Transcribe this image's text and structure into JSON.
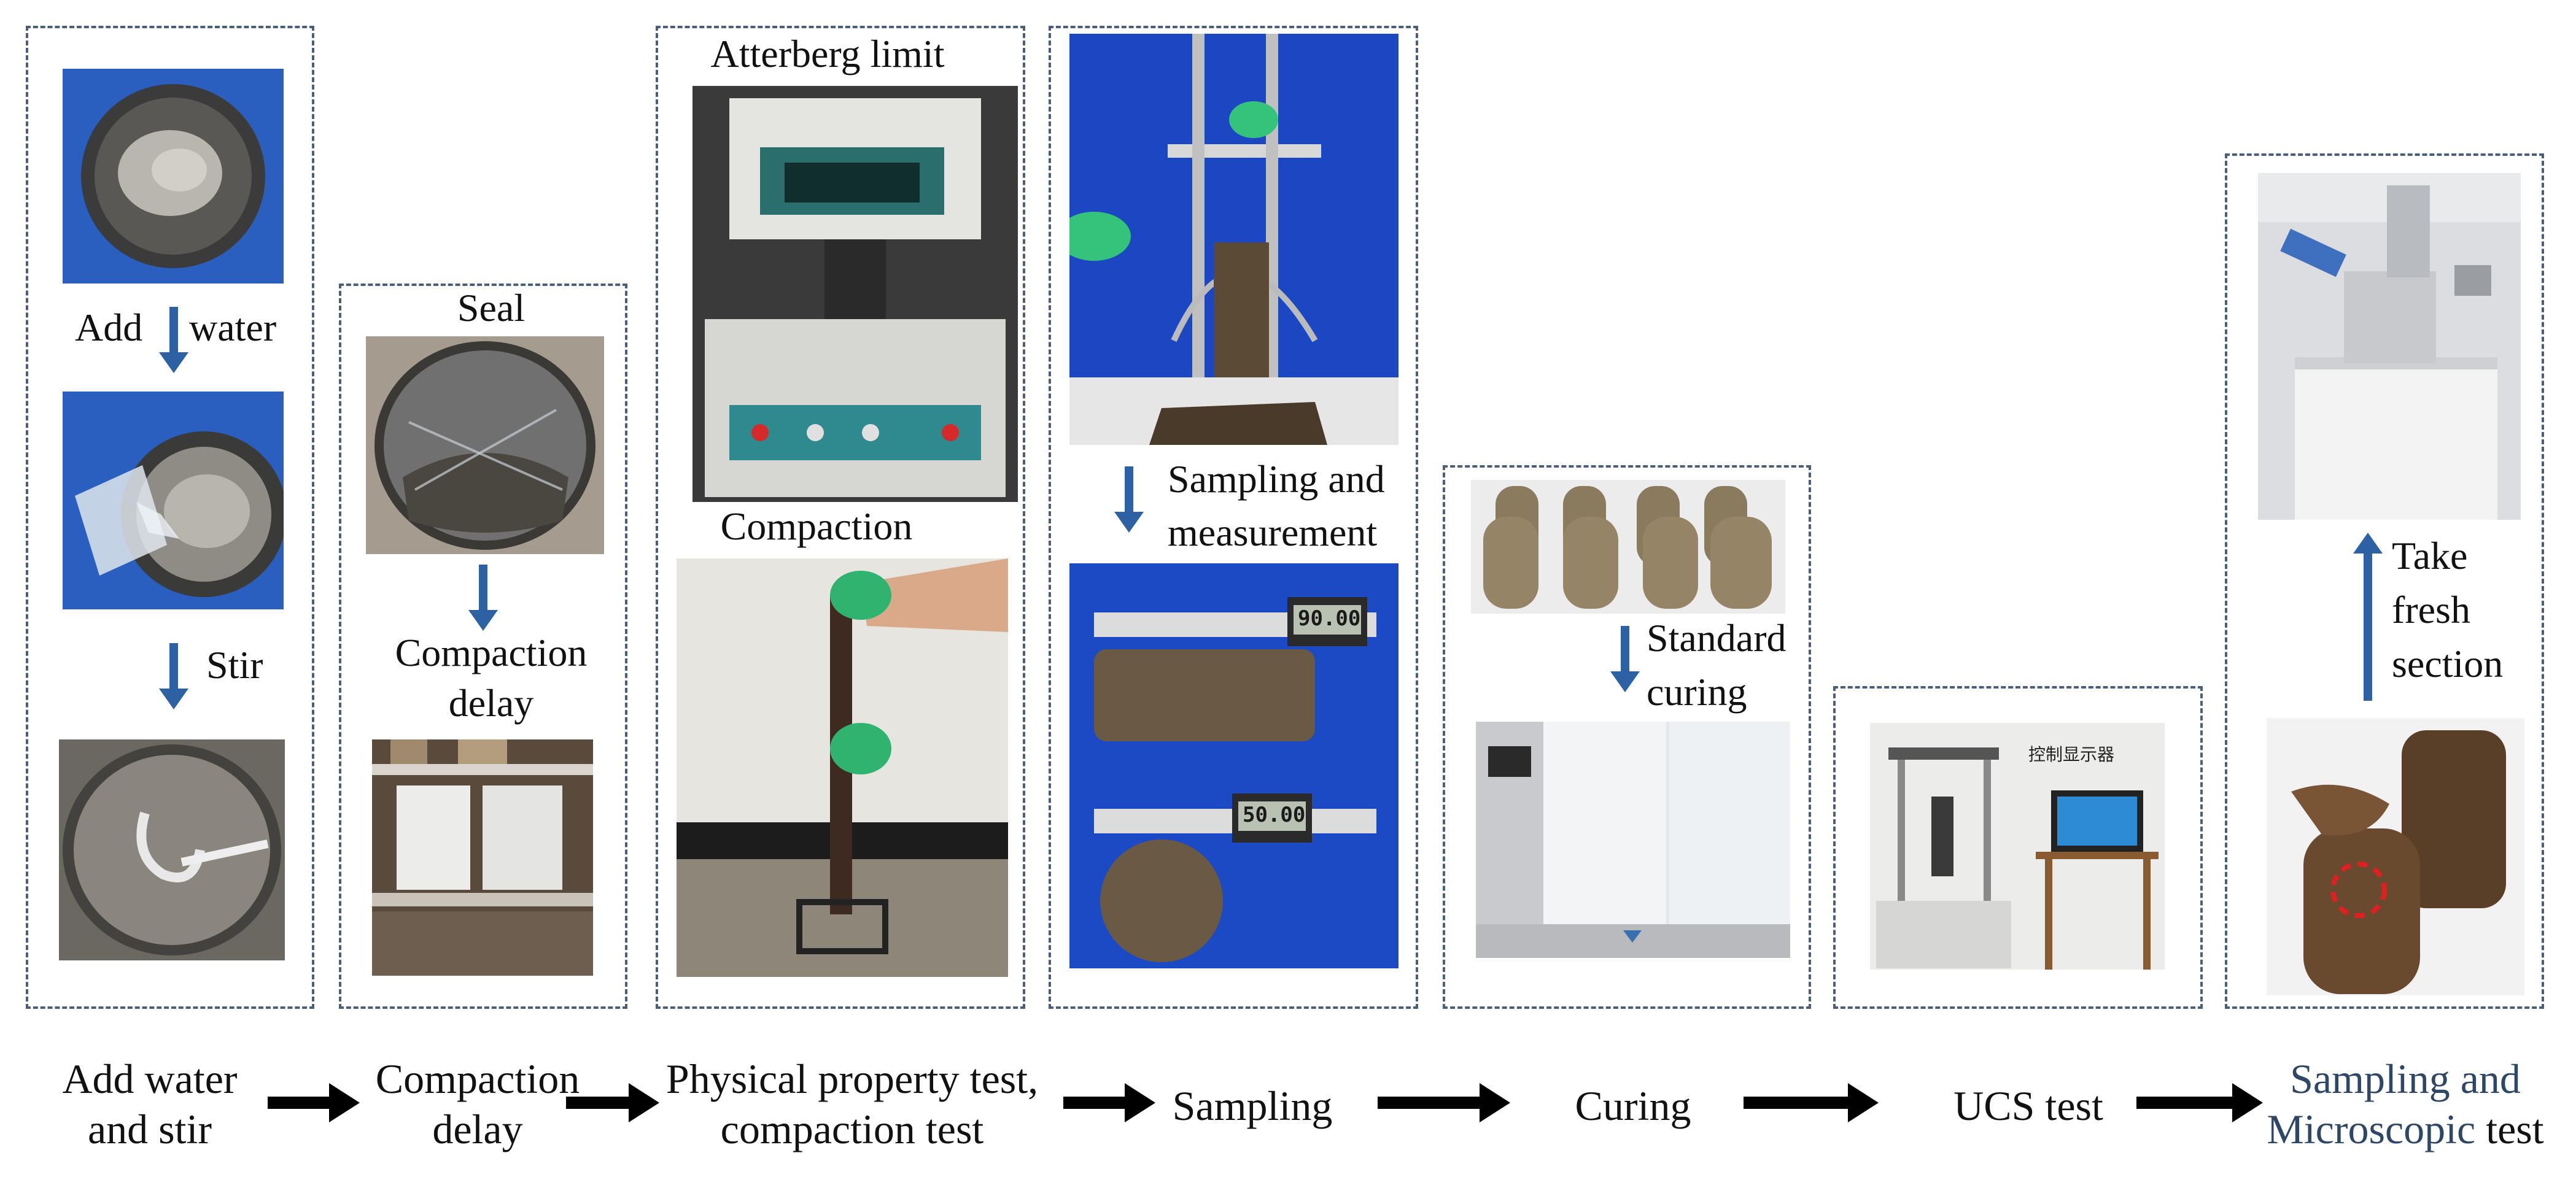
{
  "panel1": {
    "label_add": "Add",
    "label_water": "water",
    "label_stir": "Stir"
  },
  "panel2": {
    "label_seal": "Seal",
    "label_delay_1": "Compaction",
    "label_delay_2": "delay"
  },
  "panel3": {
    "label_atterberg": "Atterberg limit",
    "label_compaction": "Compaction"
  },
  "panel4": {
    "label_sampling_1": "Sampling and",
    "label_sampling_2": "measurement",
    "caliper_top": "90.00",
    "caliper_bottom": "50.00"
  },
  "panel5": {
    "label_curing_1": "Standard",
    "label_curing_2": "curing"
  },
  "panel6": {
    "screen_label": "控制显示器"
  },
  "panel7": {
    "label_take_1": "Take",
    "label_take_2": "fresh",
    "label_take_3": "section"
  },
  "steps": [
    {
      "line1": "Add water",
      "line2": "and stir"
    },
    {
      "line1": "Compaction",
      "line2": "delay"
    },
    {
      "line1": "Physical property test,",
      "line2": "compaction test"
    },
    {
      "line1": "Sampling"
    },
    {
      "line1": "Curing"
    },
    {
      "line1": "UCS test"
    },
    {
      "line1": "Sampling and",
      "line2a": "Microscopic",
      "line2b": " test"
    }
  ],
  "colors": {
    "arrow_blue": "#2c62a3",
    "panel_border": "#4a5f7a",
    "flow_arrow": "#000000",
    "last_step_text": "#2f4766"
  }
}
